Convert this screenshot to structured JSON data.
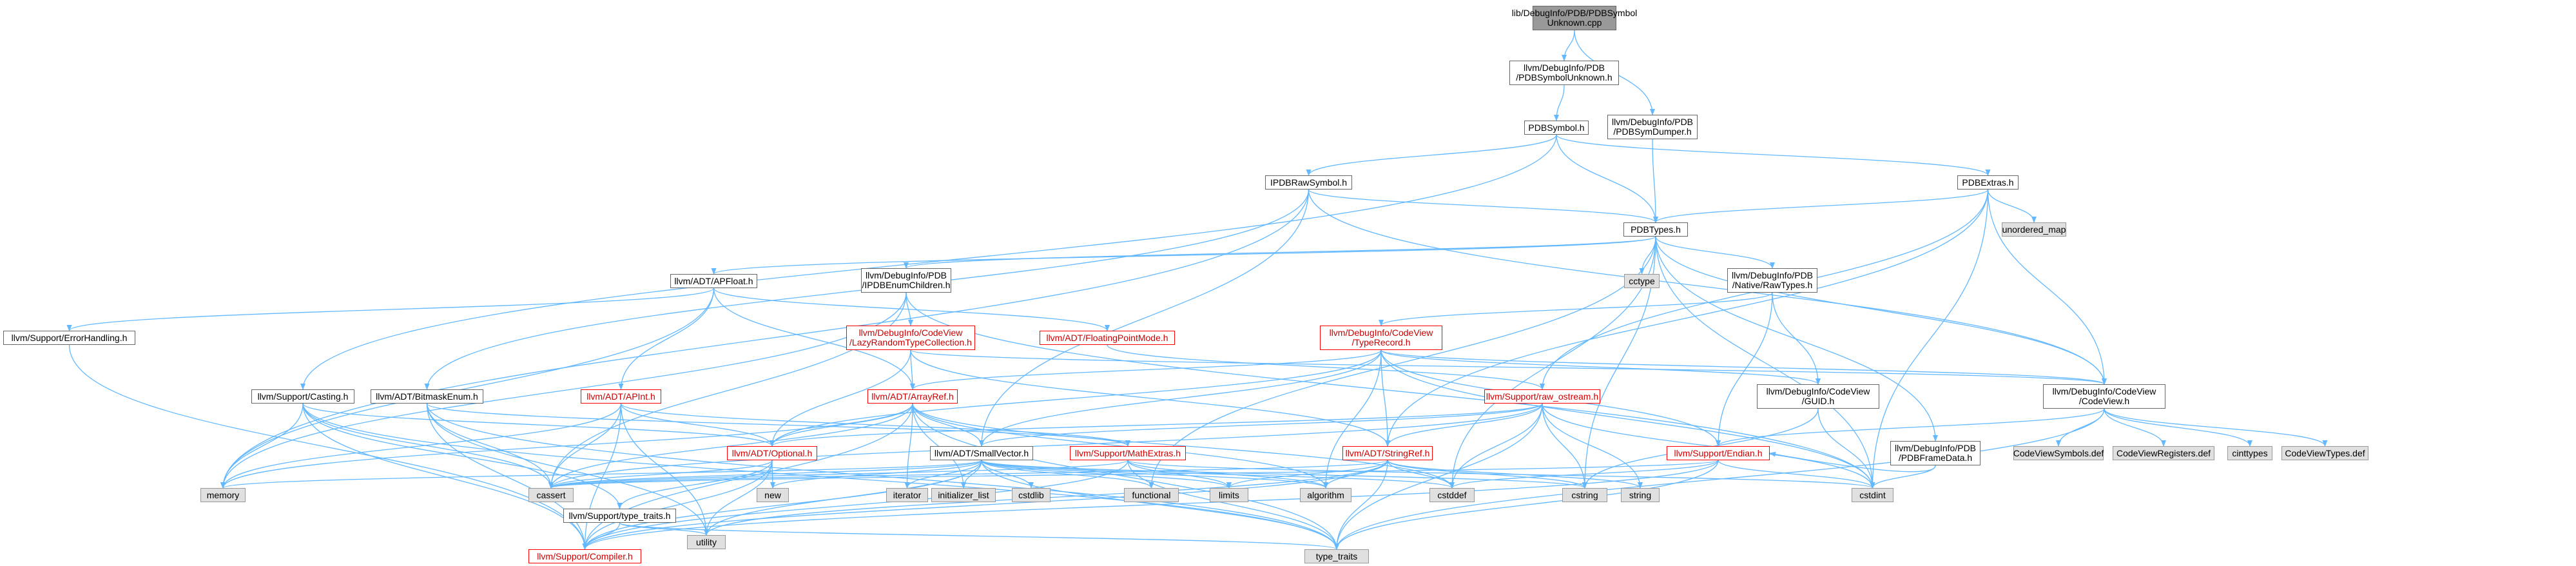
{
  "colors": {
    "edge": "#63b8ff",
    "node_border": "#666666",
    "gray_fill": "#e0e0e0",
    "red_border": "#ff0000",
    "root_fill": "#999999"
  },
  "nodes": [
    {
      "id": "root",
      "style": "root",
      "lines": [
        "lib/DebugInfo/PDB/PDBSymbol",
        "Unknown.cpp"
      ]
    },
    {
      "id": "pdbsymbolunknown",
      "style": "normal",
      "lines": [
        "llvm/DebugInfo/PDB",
        "/PDBSymbolUnknown.h"
      ]
    },
    {
      "id": "pdbsymdumper",
      "style": "normal",
      "lines": [
        "llvm/DebugInfo/PDB",
        "/PDBSymDumper.h"
      ]
    },
    {
      "id": "pdbsymbol",
      "style": "normal",
      "lines": [
        "PDBSymbol.h"
      ]
    },
    {
      "id": "ipdbrawsymbol",
      "style": "normal",
      "lines": [
        "IPDBRawSymbol.h"
      ]
    },
    {
      "id": "pdbextras",
      "style": "normal",
      "lines": [
        "PDBExtras.h"
      ]
    },
    {
      "id": "unordered_map",
      "style": "gray",
      "lines": [
        "unordered_map"
      ]
    },
    {
      "id": "pdbtypes",
      "style": "normal",
      "lines": [
        "PDBTypes.h"
      ]
    },
    {
      "id": "cctype",
      "style": "gray",
      "lines": [
        "cctype"
      ]
    },
    {
      "id": "apfloat",
      "style": "normal",
      "lines": [
        "llvm/ADT/APFloat.h"
      ]
    },
    {
      "id": "ipdbenum",
      "style": "normal",
      "lines": [
        "llvm/DebugInfo/PDB",
        "/IPDBEnumChildren.h"
      ]
    },
    {
      "id": "rawtypes",
      "style": "normal",
      "lines": [
        "llvm/DebugInfo/PDB",
        "/Native/RawTypes.h"
      ]
    },
    {
      "id": "errorhandling",
      "style": "normal",
      "lines": [
        "llvm/Support/ErrorHandling.h"
      ]
    },
    {
      "id": "lazyrandom",
      "style": "red",
      "lines": [
        "llvm/DebugInfo/CodeView",
        "/LazyRandomTypeCollection.h"
      ]
    },
    {
      "id": "floatingpoint",
      "style": "red",
      "lines": [
        "llvm/ADT/FloatingPointMode.h"
      ]
    },
    {
      "id": "typerecord",
      "style": "red",
      "lines": [
        "llvm/DebugInfo/CodeView",
        "/TypeRecord.h"
      ]
    },
    {
      "id": "casting",
      "style": "normal",
      "lines": [
        "llvm/Support/Casting.h"
      ]
    },
    {
      "id": "bitmaskenum",
      "style": "normal",
      "lines": [
        "llvm/ADT/BitmaskEnum.h"
      ]
    },
    {
      "id": "apint",
      "style": "red",
      "lines": [
        "llvm/ADT/APInt.h"
      ]
    },
    {
      "id": "arrayref",
      "style": "red",
      "lines": [
        "llvm/ADT/ArrayRef.h"
      ]
    },
    {
      "id": "rawostream",
      "style": "red",
      "lines": [
        "llvm/Support/raw_ostream.h"
      ]
    },
    {
      "id": "guid",
      "style": "normal",
      "lines": [
        "llvm/DebugInfo/CodeView",
        "/GUID.h"
      ]
    },
    {
      "id": "codeview",
      "style": "normal",
      "lines": [
        "llvm/DebugInfo/CodeView",
        "/CodeView.h"
      ]
    },
    {
      "id": "optional",
      "style": "red",
      "lines": [
        "llvm/ADT/Optional.h"
      ]
    },
    {
      "id": "smallvector",
      "style": "normal",
      "lines": [
        "llvm/ADT/SmallVector.h"
      ]
    },
    {
      "id": "mathextras",
      "style": "red",
      "lines": [
        "llvm/Support/MathExtras.h"
      ]
    },
    {
      "id": "stringref",
      "style": "red",
      "lines": [
        "llvm/ADT/StringRef.h"
      ]
    },
    {
      "id": "endian",
      "style": "red",
      "lines": [
        "llvm/Support/Endian.h"
      ]
    },
    {
      "id": "pdbframedata",
      "style": "normal",
      "lines": [
        "llvm/DebugInfo/PDB",
        "/PDBFrameData.h"
      ]
    },
    {
      "id": "cvsymbols",
      "style": "gray",
      "lines": [
        "CodeViewSymbols.def"
      ]
    },
    {
      "id": "cvregisters",
      "style": "gray",
      "lines": [
        "CodeViewRegisters.def"
      ]
    },
    {
      "id": "cinttypes",
      "style": "gray",
      "lines": [
        "cinttypes"
      ]
    },
    {
      "id": "cvtypes",
      "style": "gray",
      "lines": [
        "CodeViewTypes.def"
      ]
    },
    {
      "id": "memory",
      "style": "gray",
      "lines": [
        "memory"
      ]
    },
    {
      "id": "cassert",
      "style": "gray",
      "lines": [
        "cassert"
      ]
    },
    {
      "id": "new",
      "style": "gray",
      "lines": [
        "new"
      ]
    },
    {
      "id": "typetraits_h",
      "style": "normal",
      "lines": [
        "llvm/Support/type_traits.h"
      ]
    },
    {
      "id": "iterator",
      "style": "gray",
      "lines": [
        "iterator"
      ]
    },
    {
      "id": "initlist",
      "style": "gray",
      "lines": [
        "initializer_list"
      ]
    },
    {
      "id": "cstdlib",
      "style": "gray",
      "lines": [
        "cstdlib"
      ]
    },
    {
      "id": "functional",
      "style": "gray",
      "lines": [
        "functional"
      ]
    },
    {
      "id": "limits",
      "style": "gray",
      "lines": [
        "limits"
      ]
    },
    {
      "id": "algorithm",
      "style": "gray",
      "lines": [
        "algorithm"
      ]
    },
    {
      "id": "cstddef",
      "style": "gray",
      "lines": [
        "cstddef"
      ]
    },
    {
      "id": "cstring",
      "style": "gray",
      "lines": [
        "cstring"
      ]
    },
    {
      "id": "string",
      "style": "gray",
      "lines": [
        "string"
      ]
    },
    {
      "id": "cstdint",
      "style": "gray",
      "lines": [
        "cstdint"
      ]
    },
    {
      "id": "compiler",
      "style": "red",
      "lines": [
        "llvm/Support/Compiler.h"
      ]
    },
    {
      "id": "utility",
      "style": "gray",
      "lines": [
        "utility"
      ]
    },
    {
      "id": "type_traits",
      "style": "gray",
      "lines": [
        "type_traits"
      ]
    }
  ],
  "edges": [
    [
      "root",
      "pdbsymbolunknown"
    ],
    [
      "root",
      "pdbsymdumper"
    ],
    [
      "pdbsymbolunknown",
      "pdbsymbol"
    ],
    [
      "pdbsymdumper",
      "pdbtypes"
    ],
    [
      "pdbsymbol",
      "ipdbrawsymbol"
    ],
    [
      "pdbsymbol",
      "pdbextras"
    ],
    [
      "pdbsymbol",
      "pdbtypes"
    ],
    [
      "pdbsymbol",
      "casting"
    ],
    [
      "ipdbrawsymbol",
      "pdbtypes"
    ],
    [
      "ipdbrawsymbol",
      "bitmaskenum"
    ],
    [
      "ipdbrawsymbol",
      "smallvector"
    ],
    [
      "ipdbrawsymbol",
      "codeview"
    ],
    [
      "ipdbrawsymbol",
      "memory"
    ],
    [
      "pdbextras",
      "pdbtypes"
    ],
    [
      "pdbextras",
      "unordered_map"
    ],
    [
      "pdbextras",
      "codeview"
    ],
    [
      "pdbextras",
      "rawostream"
    ],
    [
      "pdbextras",
      "stringref"
    ],
    [
      "pdbextras",
      "cstdint"
    ],
    [
      "pdbtypes",
      "apfloat"
    ],
    [
      "pdbtypes",
      "ipdbenum"
    ],
    [
      "pdbtypes",
      "rawtypes"
    ],
    [
      "pdbtypes",
      "cctype"
    ],
    [
      "pdbtypes",
      "codeview"
    ],
    [
      "pdbtypes",
      "pdbframedata"
    ],
    [
      "pdbtypes",
      "cstddef"
    ],
    [
      "pdbtypes",
      "cstdint"
    ],
    [
      "pdbtypes",
      "cstring"
    ],
    [
      "pdbtypes",
      "functional"
    ],
    [
      "apfloat",
      "errorhandling"
    ],
    [
      "apfloat",
      "apint"
    ],
    [
      "apfloat",
      "arrayref"
    ],
    [
      "apfloat",
      "floatingpoint"
    ],
    [
      "apfloat",
      "memory"
    ],
    [
      "ipdbenum",
      "lazyrandom"
    ],
    [
      "ipdbenum",
      "cassert"
    ],
    [
      "ipdbenum",
      "cstdint"
    ],
    [
      "ipdbenum",
      "memory"
    ],
    [
      "rawtypes",
      "typerecord"
    ],
    [
      "rawtypes",
      "guid"
    ],
    [
      "rawtypes",
      "endian"
    ],
    [
      "errorhandling",
      "compiler"
    ],
    [
      "lazyrandom",
      "arrayref"
    ],
    [
      "lazyrandom",
      "optional"
    ],
    [
      "lazyrandom",
      "stringref"
    ],
    [
      "lazyrandom",
      "codeview"
    ],
    [
      "floatingpoint",
      "rawostream"
    ],
    [
      "typerecord",
      "arrayref"
    ],
    [
      "typerecord",
      "optional"
    ],
    [
      "typerecord",
      "stringref"
    ],
    [
      "typerecord",
      "guid"
    ],
    [
      "typerecord",
      "codeview"
    ],
    [
      "typerecord",
      "smallvector"
    ],
    [
      "typerecord",
      "algorithm"
    ],
    [
      "typerecord",
      "cstdint"
    ],
    [
      "typerecord",
      "endian"
    ],
    [
      "casting",
      "compiler"
    ],
    [
      "casting",
      "type_traits"
    ],
    [
      "casting",
      "cassert"
    ],
    [
      "casting",
      "memory"
    ],
    [
      "casting",
      "optional"
    ],
    [
      "casting",
      "typetraits_h"
    ],
    [
      "bitmaskenum",
      "mathextras"
    ],
    [
      "bitmaskenum",
      "compiler"
    ],
    [
      "bitmaskenum",
      "cassert"
    ],
    [
      "bitmaskenum",
      "type_traits"
    ],
    [
      "bitmaskenum",
      "utility"
    ],
    [
      "apint",
      "mathextras"
    ],
    [
      "apint",
      "compiler"
    ],
    [
      "apint",
      "cassert"
    ],
    [
      "apint",
      "optional"
    ],
    [
      "apint",
      "utility"
    ],
    [
      "apint",
      "memory"
    ],
    [
      "arrayref",
      "smallvector"
    ],
    [
      "arrayref",
      "compiler"
    ],
    [
      "arrayref",
      "cassert"
    ],
    [
      "arrayref",
      "algorithm"
    ],
    [
      "arrayref",
      "cstddef"
    ],
    [
      "arrayref",
      "initlist"
    ],
    [
      "arrayref",
      "iterator"
    ],
    [
      "arrayref",
      "memory"
    ],
    [
      "arrayref",
      "type_traits"
    ],
    [
      "arrayref",
      "optional"
    ],
    [
      "rawostream",
      "stringref"
    ],
    [
      "rawostream",
      "smallvector"
    ],
    [
      "rawostream",
      "optional"
    ],
    [
      "rawostream",
      "cassert"
    ],
    [
      "rawostream",
      "cstddef"
    ],
    [
      "rawostream",
      "cstdint"
    ],
    [
      "rawostream",
      "cstring"
    ],
    [
      "rawostream",
      "string"
    ],
    [
      "rawostream",
      "type_traits"
    ],
    [
      "guid",
      "cstdint"
    ],
    [
      "guid",
      "cstring"
    ],
    [
      "codeview",
      "cinttypes"
    ],
    [
      "codeview",
      "type_traits"
    ],
    [
      "codeview",
      "cvsymbols"
    ],
    [
      "codeview",
      "cvregisters"
    ],
    [
      "codeview",
      "cvtypes"
    ],
    [
      "codeview",
      "endian"
    ],
    [
      "optional",
      "compiler"
    ],
    [
      "optional",
      "typetraits_h"
    ],
    [
      "optional",
      "cassert"
    ],
    [
      "optional",
      "new"
    ],
    [
      "optional",
      "utility"
    ],
    [
      "smallvector",
      "compiler"
    ],
    [
      "smallvector",
      "type_traits"
    ],
    [
      "smallvector",
      "algorithm"
    ],
    [
      "smallvector",
      "cassert"
    ],
    [
      "smallvector",
      "cstddef"
    ],
    [
      "smallvector",
      "cstdlib"
    ],
    [
      "smallvector",
      "cstring"
    ],
    [
      "smallvector",
      "functional"
    ],
    [
      "smallvector",
      "initlist"
    ],
    [
      "smallvector",
      "iterator"
    ],
    [
      "smallvector",
      "limits"
    ],
    [
      "smallvector",
      "memory"
    ],
    [
      "smallvector",
      "new"
    ],
    [
      "smallvector",
      "utility"
    ],
    [
      "mathextras",
      "compiler"
    ],
    [
      "mathextras",
      "algorithm"
    ],
    [
      "mathextras",
      "cassert"
    ],
    [
      "mathextras",
      "limits"
    ],
    [
      "mathextras",
      "type_traits"
    ],
    [
      "mathextras",
      "cstdint"
    ],
    [
      "stringref",
      "compiler"
    ],
    [
      "stringref",
      "type_traits"
    ],
    [
      "stringref",
      "algorithm"
    ],
    [
      "stringref",
      "cassert"
    ],
    [
      "stringref",
      "cstddef"
    ],
    [
      "stringref",
      "cstring"
    ],
    [
      "stringref",
      "limits"
    ],
    [
      "stringref",
      "string"
    ],
    [
      "stringref",
      "utility"
    ],
    [
      "endian",
      "compiler"
    ],
    [
      "endian",
      "type_traits"
    ],
    [
      "endian",
      "cassert"
    ],
    [
      "endian",
      "cstddef"
    ],
    [
      "endian",
      "cstdint"
    ],
    [
      "pdbframedata",
      "cstdint"
    ],
    [
      "pdbframedata",
      "endian"
    ],
    [
      "typetraits_h",
      "compiler"
    ],
    [
      "typetraits_h",
      "type_traits"
    ],
    [
      "typetraits_h",
      "utility"
    ]
  ]
}
